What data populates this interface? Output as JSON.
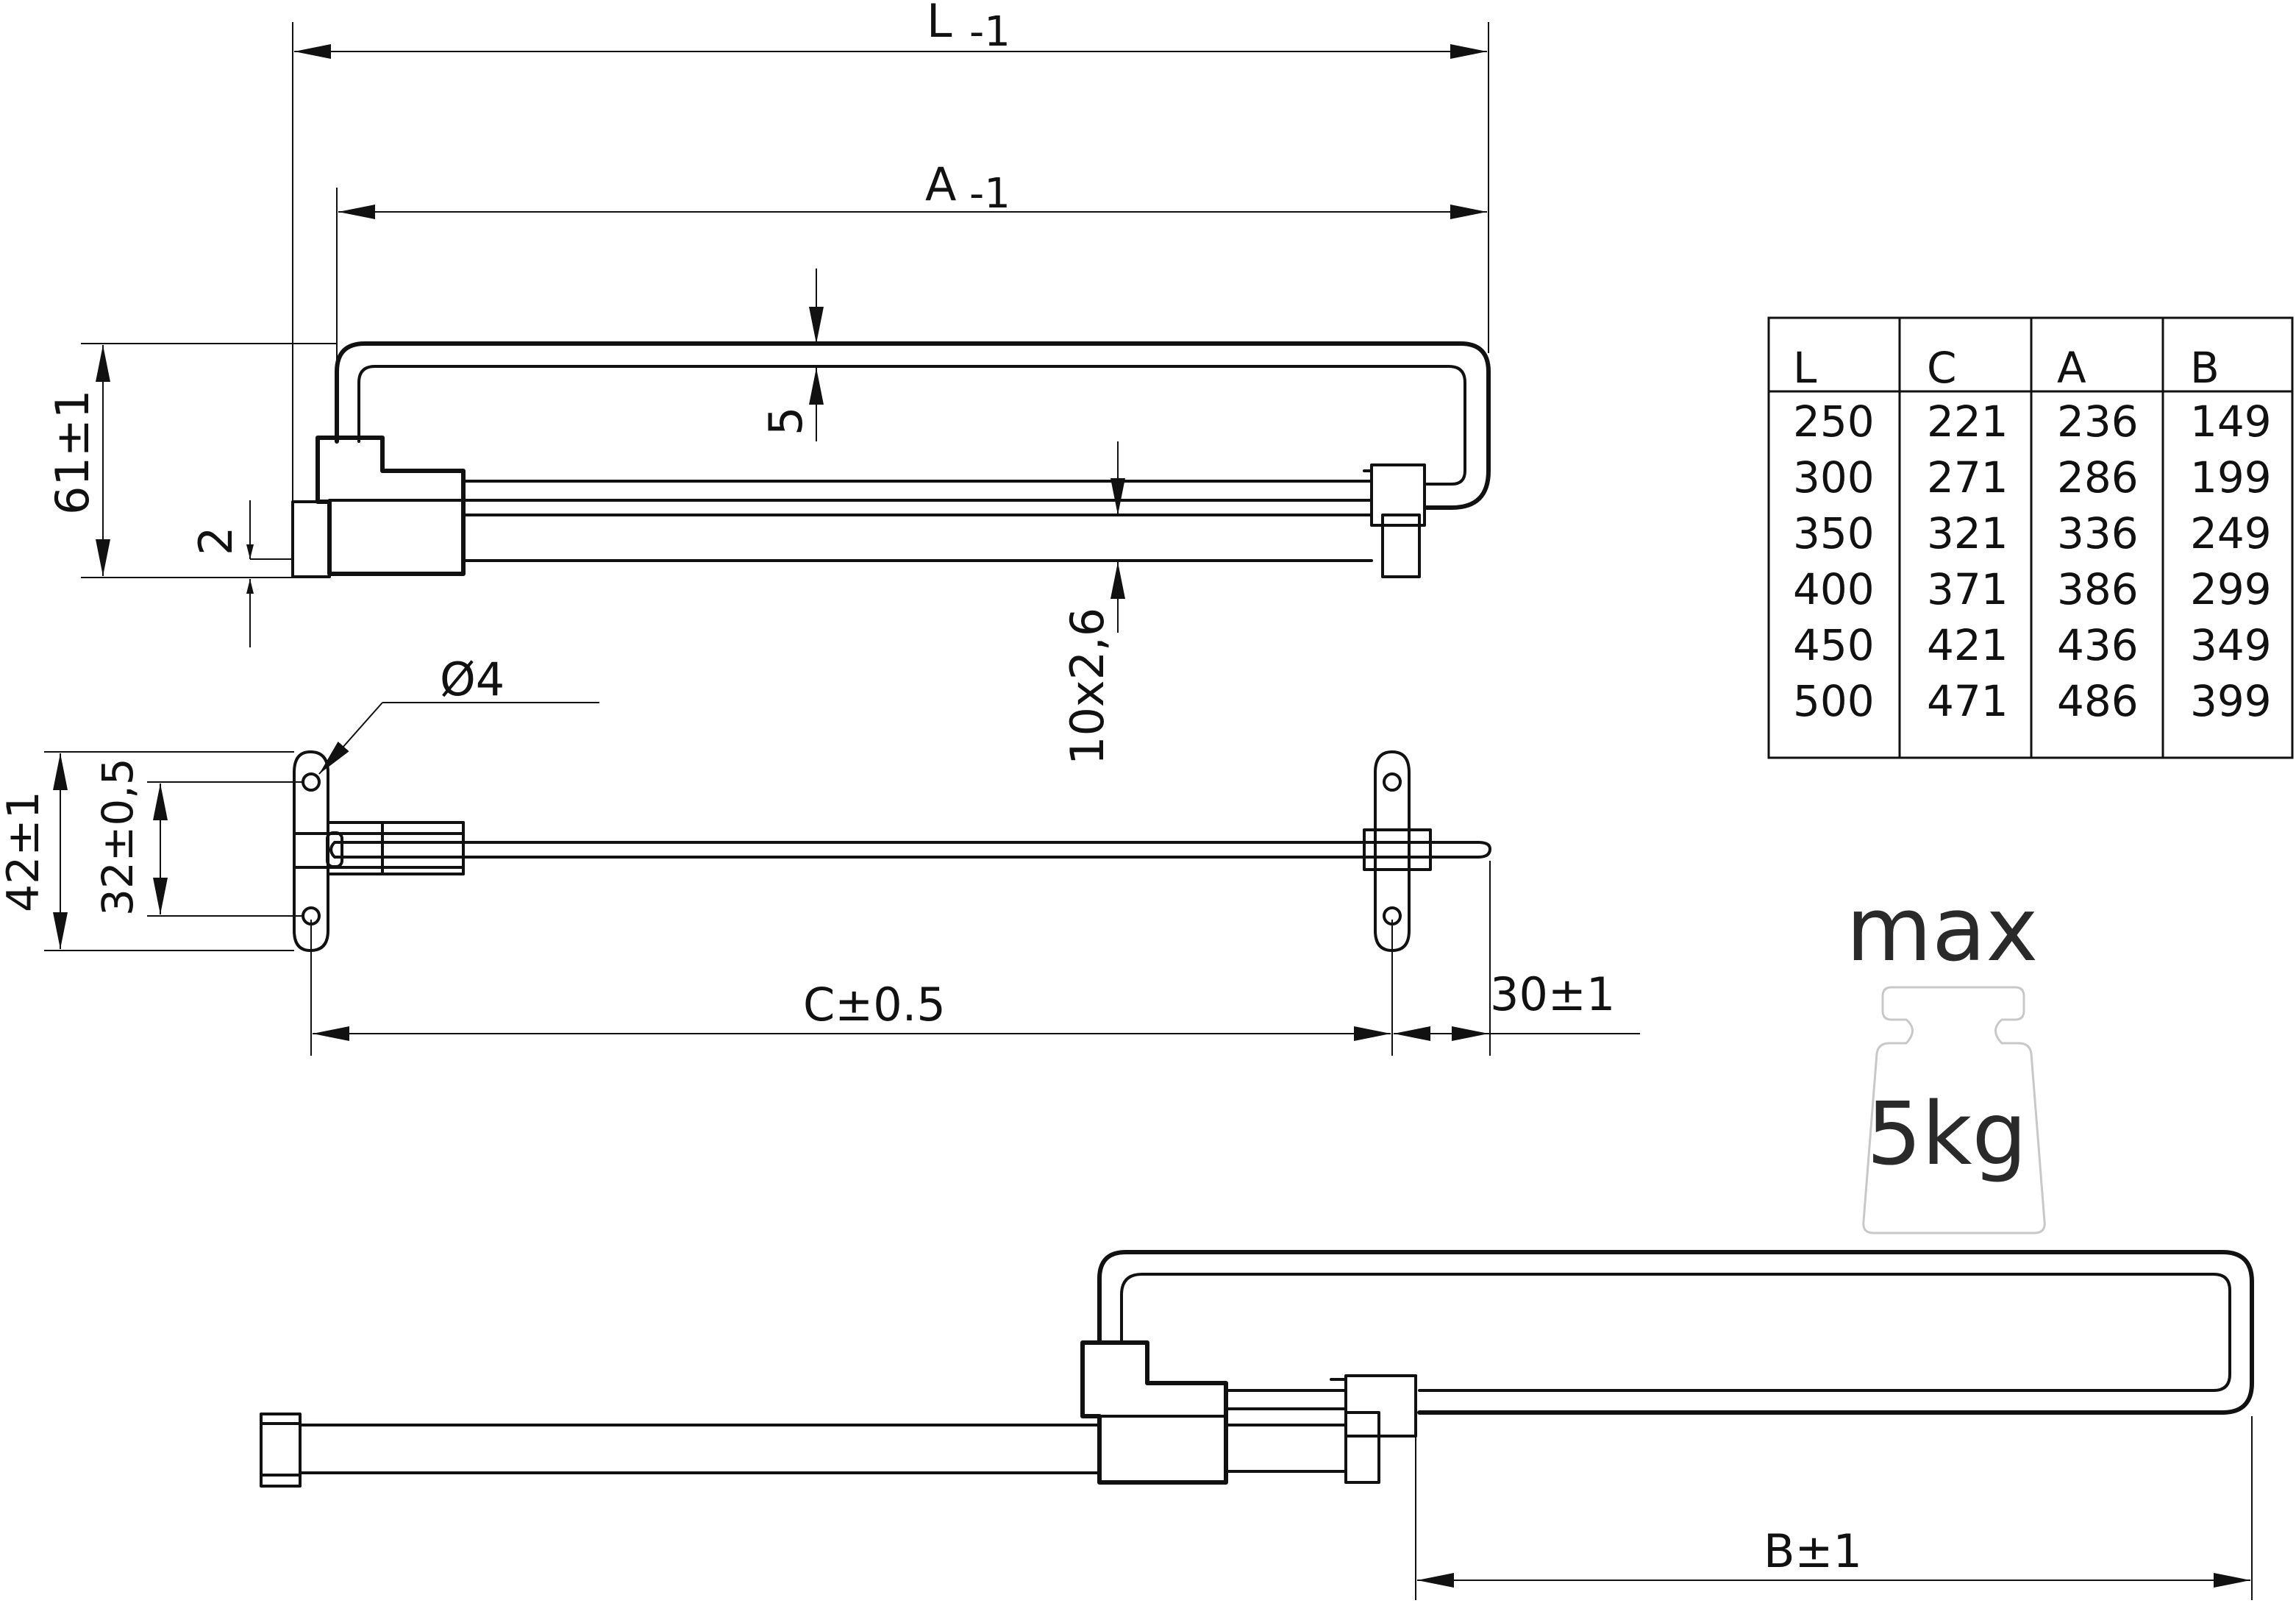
{
  "dimensions": {
    "overall_length": {
      "label": "L",
      "tol": "-1"
    },
    "rail_length": {
      "label": "A",
      "tol": "-1"
    },
    "height": "61±1",
    "gap": "5",
    "base_offset": "2",
    "rod": "10x2,6",
    "hole": "Ø4",
    "bracket_height": "42±1",
    "hole_spacing": "32±0,5",
    "mount_distance": "C±0.5",
    "overhang": "30±1",
    "extension": "B±1"
  },
  "load": {
    "label": "max",
    "value": "5kg"
  },
  "size_table": {
    "headers": [
      "L",
      "C",
      "A",
      "B"
    ],
    "rows": [
      [
        "250",
        "221",
        "236",
        "149"
      ],
      [
        "300",
        "271",
        "286",
        "199"
      ],
      [
        "350",
        "321",
        "336",
        "249"
      ],
      [
        "400",
        "371",
        "386",
        "299"
      ],
      [
        "450",
        "421",
        "436",
        "349"
      ],
      [
        "500",
        "471",
        "486",
        "399"
      ]
    ]
  }
}
